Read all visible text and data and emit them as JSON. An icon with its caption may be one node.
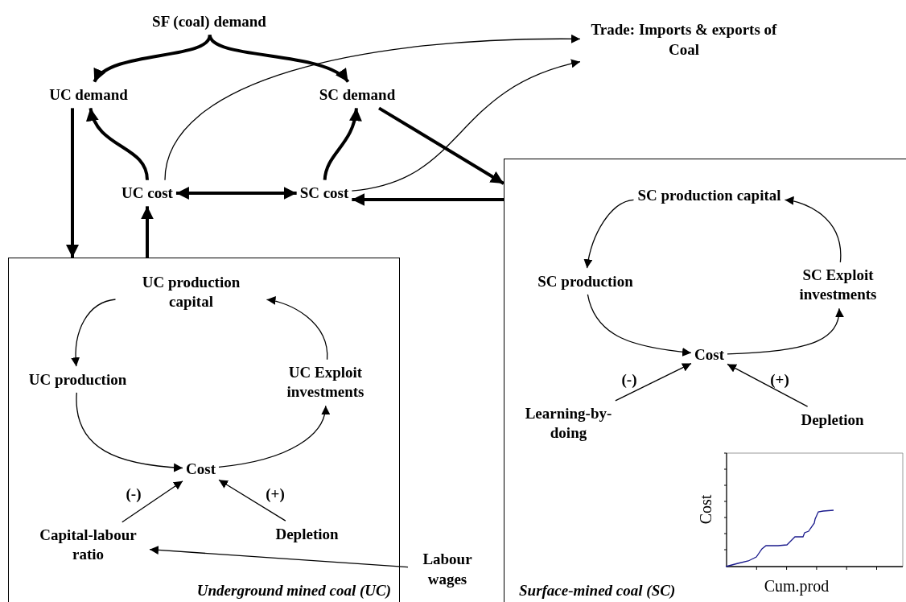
{
  "diagram": {
    "nodes": [
      {
        "text": [
          "SF (coal) demand"
        ]
      },
      {
        "text": [
          "UC demand"
        ]
      },
      {
        "text": [
          "SC demand"
        ]
      },
      {
        "text": [
          "Trade: Imports & exports of Coal"
        ]
      },
      {
        "text": [
          "UC cost"
        ]
      },
      {
        "text": [
          "SC cost"
        ]
      },
      {
        "text": [
          "Underground mined coal (UC)"
        ]
      },
      {
        "text": [
          "UC production capital"
        ],
        "in": 6
      },
      {
        "text": [
          "UC production"
        ],
        "in": 6
      },
      {
        "text": [
          "UC Exploit investments"
        ],
        "in": 6
      },
      {
        "text": [
          "Cost"
        ],
        "in": 6
      },
      {
        "text": [
          "Capital-labour ratio"
        ],
        "in": 6
      },
      {
        "text": [
          "Depletion"
        ],
        "in": 6
      },
      {
        "text": [
          "Surface-mined coal (SC)"
        ]
      },
      {
        "text": [
          "SC production capital"
        ],
        "in": 13
      },
      {
        "text": [
          "SC production"
        ],
        "in": 13
      },
      {
        "text": [
          "SC Exploit investments"
        ],
        "in": 13
      },
      {
        "text": [
          "Cost"
        ],
        "in": 13
      },
      {
        "text": [
          "Learning-by-doing"
        ],
        "in": 13
      },
      {
        "text": [
          "Depletion"
        ],
        "in": 13
      },
      {
        "text": [
          "Labour wages"
        ]
      }
    ],
    "edges": [
      {
        "from": 0,
        "to": 1,
        "arrow": "to",
        "style": "thick"
      },
      {
        "from": 0,
        "to": 2,
        "arrow": "to",
        "style": "thick"
      },
      {
        "from": 4,
        "to": 1,
        "arrow": "to",
        "style": "thick"
      },
      {
        "from": 5,
        "to": 2,
        "arrow": "to",
        "style": "thick"
      },
      {
        "from": 4,
        "to": 3,
        "arrow": "to"
      },
      {
        "from": 5,
        "to": 3,
        "arrow": "to"
      },
      {
        "from": 4,
        "to": 5,
        "arrow": "both",
        "style": "thick"
      },
      {
        "from": 13,
        "to": 5,
        "arrow": "to",
        "style": "thick"
      },
      {
        "from": 2,
        "to": 13,
        "arrow": "to",
        "style": "thick"
      },
      {
        "from": 1,
        "to": 6,
        "arrow": "to",
        "style": "thick"
      },
      {
        "from": 6,
        "to": 4,
        "arrow": "to",
        "style": "thick"
      },
      {
        "from": 7,
        "to": 8,
        "arrow": "to"
      },
      {
        "from": 8,
        "to": 10,
        "arrow": "to"
      },
      {
        "from": 10,
        "to": 9,
        "arrow": "to"
      },
      {
        "from": 9,
        "to": 7,
        "arrow": "to"
      },
      {
        "from": 11,
        "to": 10,
        "arrow": "to"
      },
      {
        "from": 12,
        "to": 10,
        "arrow": "to"
      },
      {
        "from": 20,
        "to": 11,
        "arrow": "to"
      },
      {
        "from": 14,
        "to": 15,
        "arrow": "to"
      },
      {
        "from": 15,
        "to": 17,
        "arrow": "to"
      },
      {
        "from": 17,
        "to": 16,
        "arrow": "to"
      },
      {
        "from": 16,
        "to": 14,
        "arrow": "to"
      },
      {
        "from": 18,
        "to": 17,
        "arrow": "to"
      },
      {
        "from": 19,
        "to": 17,
        "arrow": "to"
      }
    ],
    "labels": [
      "(-)",
      "(+)",
      "(-)",
      "(+)",
      "Cost",
      "Cum.prod"
    ]
  }
}
